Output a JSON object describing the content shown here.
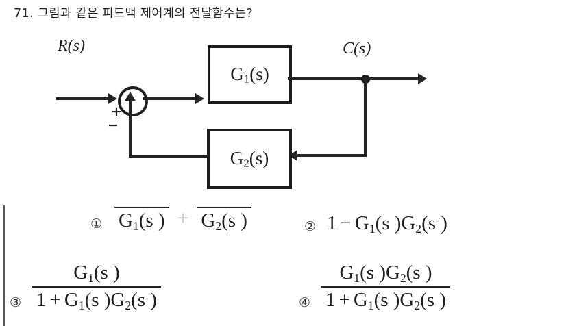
{
  "question": {
    "number": "71.",
    "text": "71. 그림과 같은 피드백 제어계의 전달함수는?"
  },
  "diagram": {
    "type": "feedback-control-block-diagram",
    "input_label": "R(s)",
    "output_label": "C(s)",
    "summing_junction": {
      "plus_sign": "+",
      "minus_sign": "−"
    },
    "forward_block": {
      "label": "G",
      "subscript": "1",
      "suffix": "(s)"
    },
    "feedback_block": {
      "label": "G",
      "subscript": "2",
      "suffix": "(s)"
    }
  },
  "options": [
    {
      "marker": "①",
      "clipped": true,
      "term1_den_g": "G",
      "term1_den_sub": "1",
      "term1_den_suffix": "(s )",
      "operator": "+",
      "term2_den_g": "G",
      "term2_den_sub": "2",
      "term2_den_suffix": "(s )"
    },
    {
      "marker": "②",
      "one": "1",
      "operator": "−",
      "g1": "G",
      "g1_sub": "1",
      "g1_suffix": "(s )",
      "g2": "G",
      "g2_sub": "2",
      "g2_suffix": "(s )"
    },
    {
      "marker": "③",
      "numerator": {
        "g1": "G",
        "g1_sub": "1",
        "g1_suffix": "(s )"
      },
      "denominator": {
        "one": "1",
        "operator": "+",
        "g1": "G",
        "g1_sub": "1",
        "g1_suffix": "(s )",
        "g2": "G",
        "g2_sub": "2",
        "g2_suffix": "(s )"
      }
    },
    {
      "marker": "④",
      "numerator": {
        "g1": "G",
        "g1_sub": "1",
        "g1_suffix": "(s )",
        "g2": "G",
        "g2_sub": "2",
        "g2_suffix": "(s )"
      },
      "denominator": {
        "one": "1",
        "operator": "+",
        "g1": "G",
        "g1_sub": "1",
        "g1_suffix": "(s )",
        "g2": "G",
        "g2_sub": "2",
        "g2_suffix": "(s )"
      }
    }
  ]
}
